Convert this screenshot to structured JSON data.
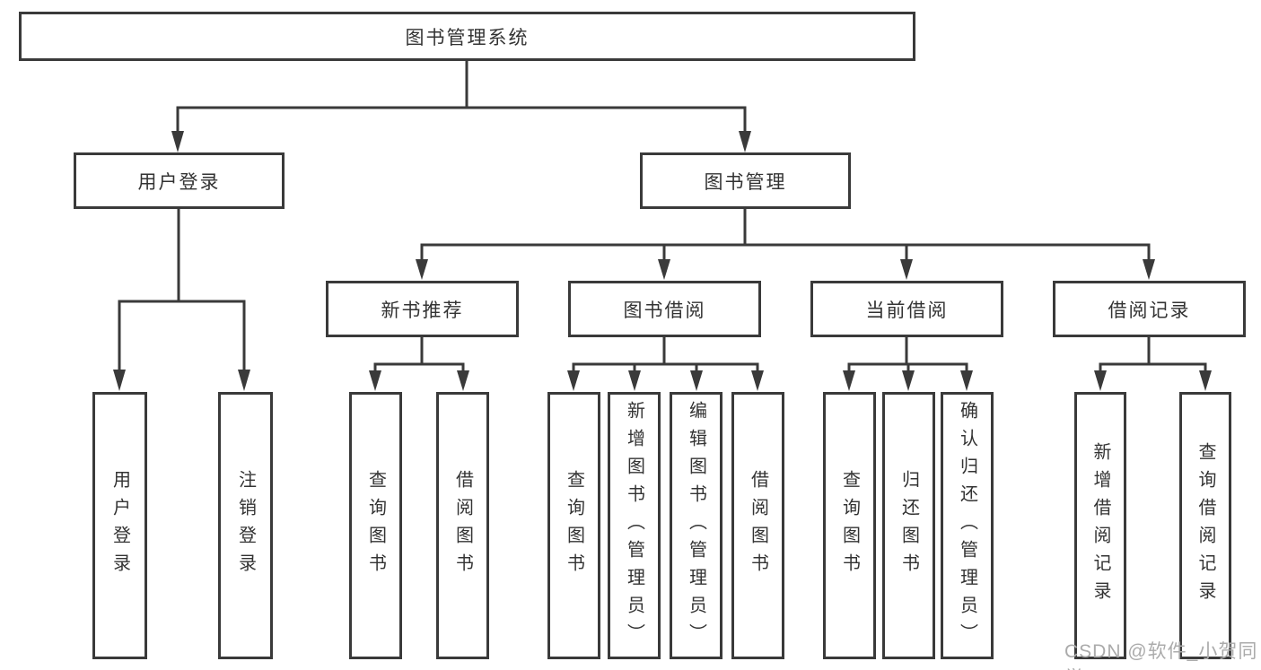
{
  "colors": {
    "line": "#3a3a3a",
    "text": "#333333",
    "background": "#ffffff",
    "watermark": "#ababab"
  },
  "watermark": {
    "text": "CSDN @软件_小贺同学"
  },
  "tree": {
    "label": "图书管理系统",
    "children": [
      {
        "label": "用户登录",
        "children": [
          {
            "label": "用户登录"
          },
          {
            "label": "注销登录"
          }
        ]
      },
      {
        "label": "图书管理",
        "children": [
          {
            "label": "新书推荐",
            "children": [
              {
                "label": "查询图书"
              },
              {
                "label": "借阅图书"
              }
            ]
          },
          {
            "label": "图书借阅",
            "children": [
              {
                "label": "查询图书"
              },
              {
                "label": "新增图书（管理员）"
              },
              {
                "label": "编辑图书（管理员）"
              },
              {
                "label": "借阅图书"
              }
            ]
          },
          {
            "label": "当前借阅",
            "children": [
              {
                "label": "查询图书"
              },
              {
                "label": "归还图书"
              },
              {
                "label": "确认归还（管理员）"
              }
            ]
          },
          {
            "label": "借阅记录",
            "children": [
              {
                "label": "新增借阅记录"
              },
              {
                "label": "查询借阅记录"
              }
            ]
          }
        ]
      }
    ]
  }
}
